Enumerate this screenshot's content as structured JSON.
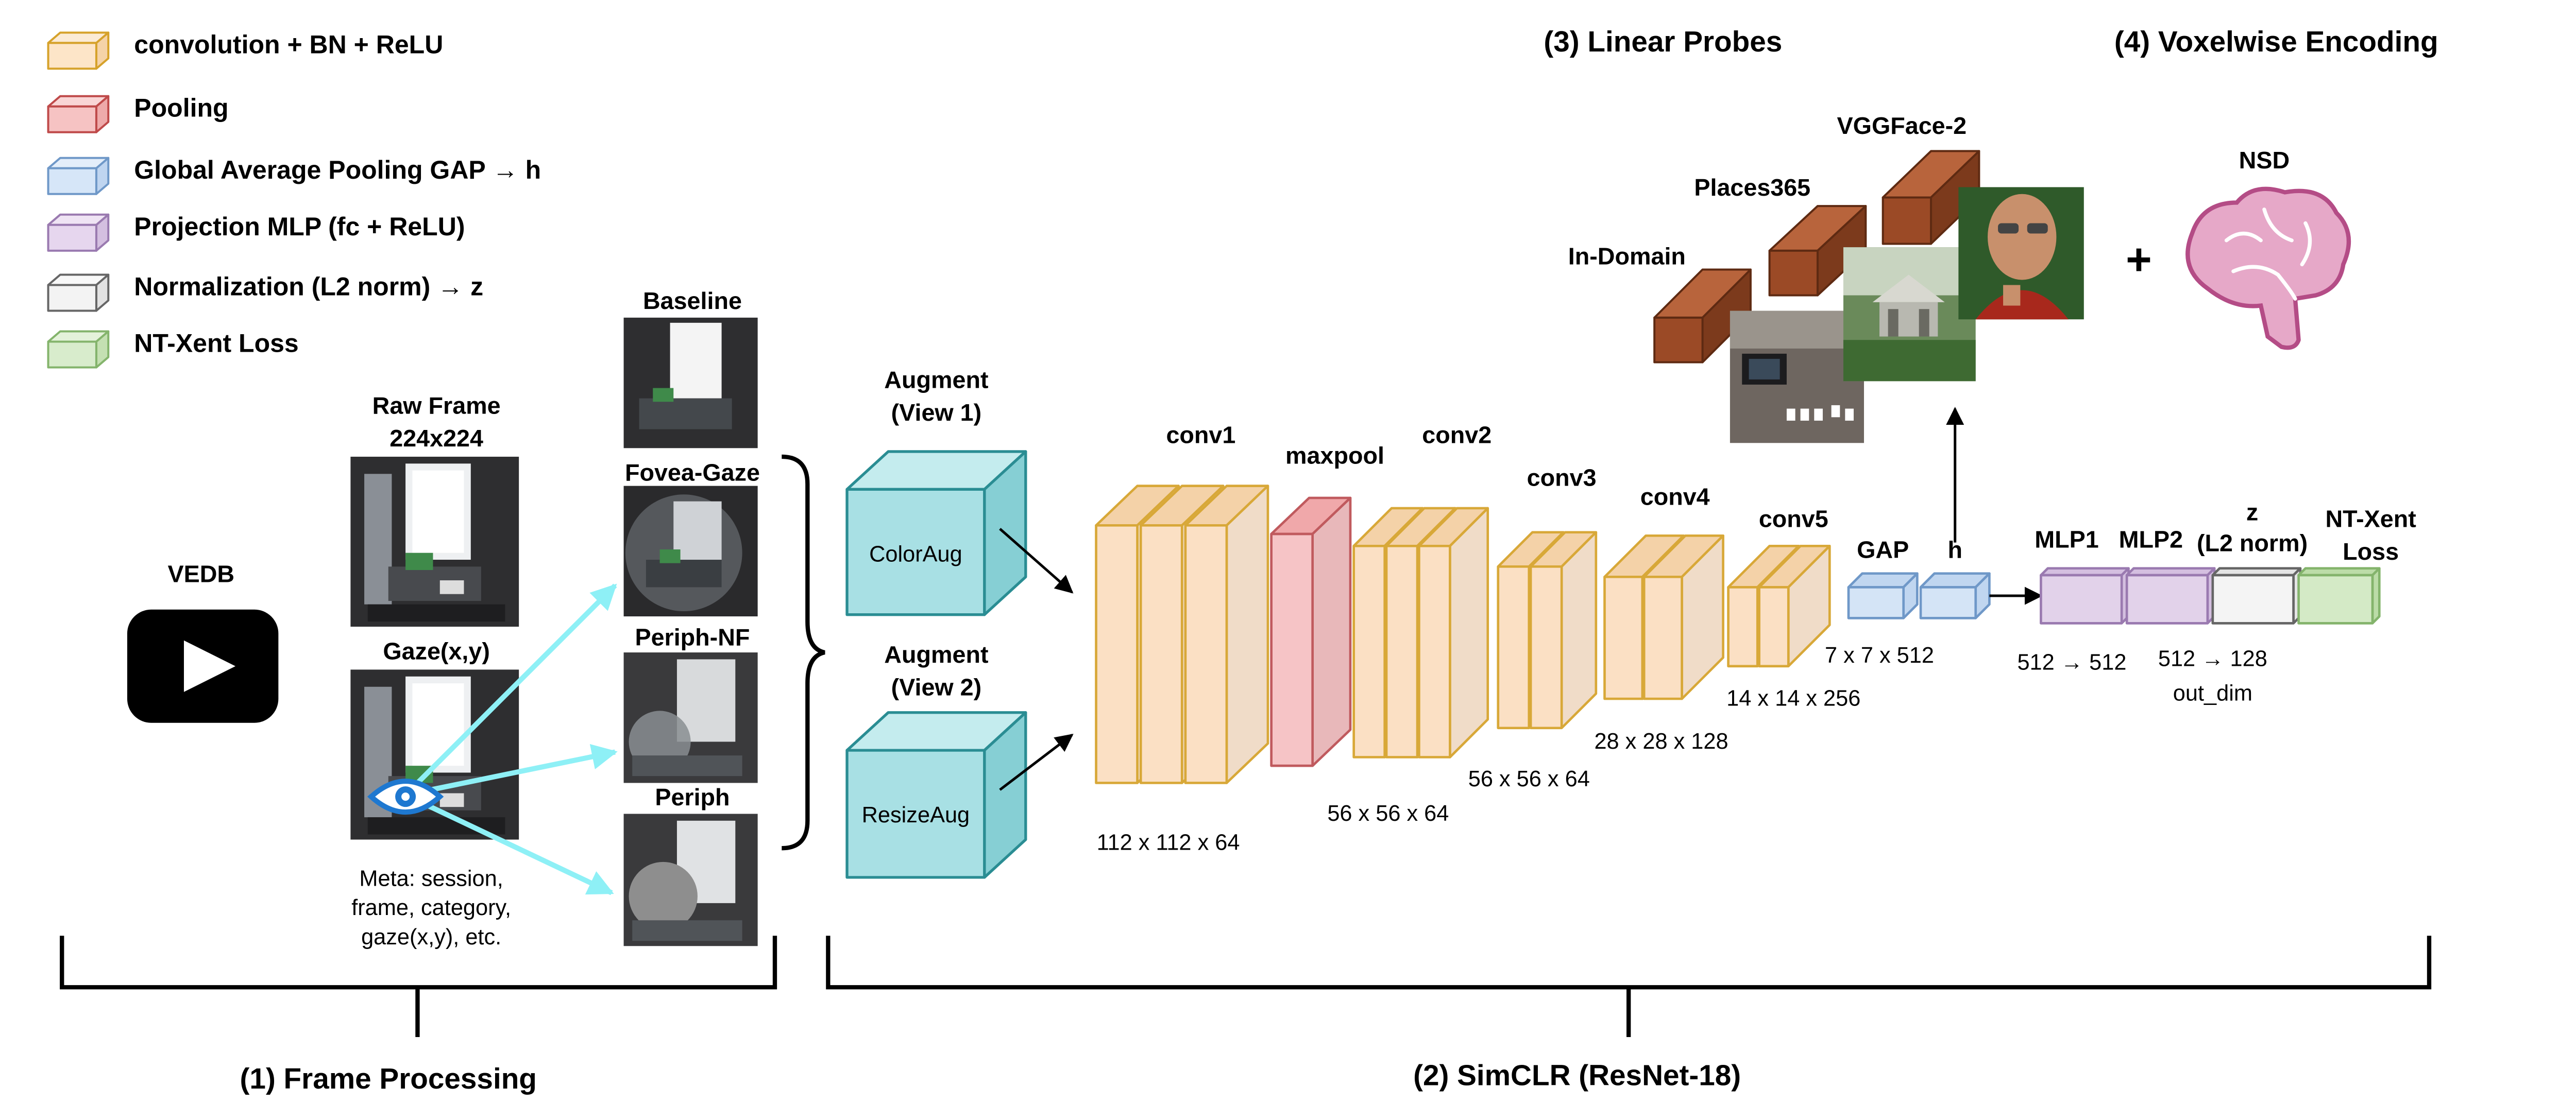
{
  "legend": [
    {
      "label": "convolution + BN + ReLU",
      "front": "#fde5c8",
      "top": "#fbebd6",
      "side": "#f5d3a8",
      "stroke": "#d6a22b"
    },
    {
      "label": "Pooling",
      "front": "#f6c3c3",
      "top": "#f9d6d6",
      "side": "#eeaaaa",
      "stroke": "#bf4a4a"
    },
    {
      "label": "Global Average Pooling GAP → h",
      "front": "#d6e6f8",
      "top": "#e4eefa",
      "side": "#bfd5f0",
      "stroke": "#6f98c8"
    },
    {
      "label": "Projection MLP (fc + ReLU)",
      "front": "#e6d6ee",
      "top": "#efe4f4",
      "side": "#d4bfe0",
      "stroke": "#9a7ab0"
    },
    {
      "label": "Normalization (L2 norm) → z",
      "front": "#f3f3f3",
      "top": "#f8f8f8",
      "side": "#e2e2e2",
      "stroke": "#666666"
    },
    {
      "label": "NT-Xent Loss",
      "front": "#d8eccc",
      "top": "#e4f2da",
      "side": "#c4e0b2",
      "stroke": "#84b46c"
    }
  ],
  "colors": {
    "conv_front": "#fbe0c4",
    "conv_top": "#f4d2a8",
    "conv_side": "#f0dcc8",
    "conv_stroke": "#d8a838",
    "pool_front": "#f6c4c6",
    "pool_top": "#f0a8aa",
    "pool_side": "#e8b8ba",
    "pool_stroke": "#c05a5e",
    "gap_front": "#d4e4f6",
    "gap_top": "#c0d6f0",
    "gap_stroke": "#6f98c8",
    "mlp_front": "#e2d2ea",
    "mlp_top": "#d4bfe0",
    "mlp_stroke": "#9a7ab0",
    "norm_front": "#f4f4f4",
    "norm_top": "#e4e4e4",
    "norm_stroke": "#666666",
    "loss_front": "#d4eac6",
    "loss_top": "#bcdca8",
    "loss_stroke": "#84b46c",
    "aug_front": "#a8e0e4",
    "aug_top": "#c4ecee",
    "aug_side": "#86cfd4",
    "aug_stroke": "#2a8d93",
    "probe_front": "#9b4a26",
    "probe_top": "#b8643c",
    "probe_side": "#7c3a1c",
    "probe_stroke": "#5e2a12",
    "gaze_arrow": "#8ef0f6",
    "eye": "#1e78d0",
    "brain": "#e6a8c8",
    "brain_stroke": "#b44c86"
  },
  "input": {
    "source": "VEDB",
    "raw_frame_title": "Raw Frame",
    "raw_frame_size": "224x224",
    "gaze_title": "Gaze(x,y)",
    "meta_lines": [
      "Meta: session,",
      "frame, category,",
      "gaze(x,y), etc."
    ]
  },
  "views": [
    "Baseline",
    "Fovea-Gaze",
    "Periph-NF",
    "Periph"
  ],
  "augment": {
    "view1_title": [
      "Augment",
      "(View 1)"
    ],
    "view1_label": "ColorAug",
    "view2_title": [
      "Augment",
      "(View 2)"
    ],
    "view2_label": "ResizeAug"
  },
  "network": {
    "conv1": "conv1",
    "conv1_dim": "112 x 112 x 64",
    "maxpool": "maxpool",
    "maxpool_dim": "56 x 56 x 64",
    "conv2": "conv2",
    "conv2_dim": "56 x 56 x 64",
    "conv3": "conv3",
    "conv3_dim": "28 x 28 x 128",
    "conv4": "conv4",
    "conv4_dim": "14 x 14 x 256",
    "conv5": "conv5",
    "conv5_dim": "7 x 7 x 512",
    "gap": "GAP",
    "h": "h",
    "mlp1": "MLP1",
    "mlp1_dim": "512 → 512",
    "mlp2": "MLP2",
    "mlp2_dim": "512 → 128",
    "z": [
      "z",
      "(L2 norm)"
    ],
    "out_dim": "out_dim",
    "loss": [
      "NT-Xent",
      "Loss"
    ]
  },
  "probes": {
    "title": "(3) Linear Probes",
    "items": [
      "In-Domain",
      "Places365",
      "VGGFace-2"
    ]
  },
  "encoding": {
    "title": "(4) Voxelwise Encoding",
    "plus": "+",
    "dataset": "NSD"
  },
  "sections": {
    "frame_processing": "(1) Frame Processing",
    "simclr": "(2) SimCLR (ResNet-18)"
  }
}
